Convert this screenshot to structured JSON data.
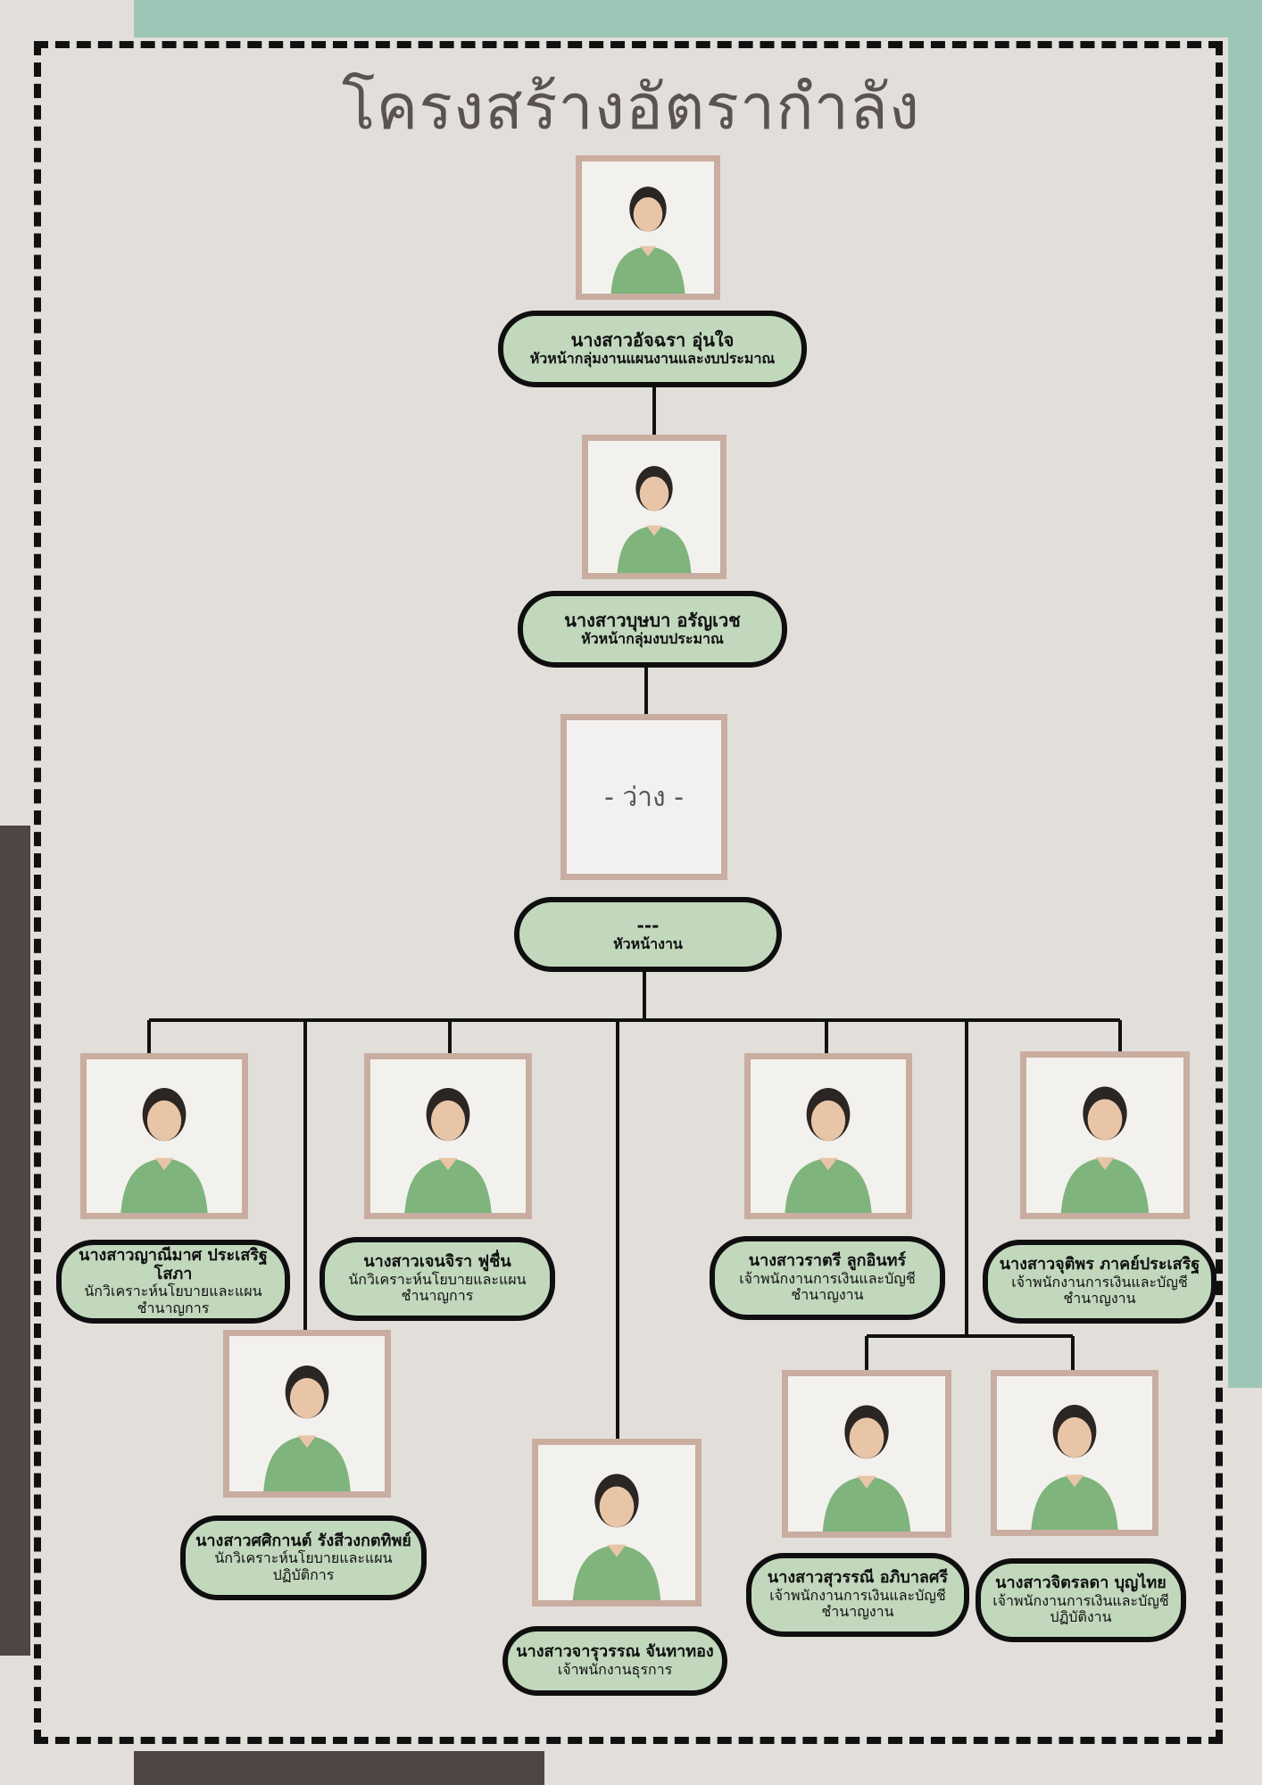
{
  "title": "โครงสร้างอัตรากำลัง",
  "colors": {
    "background": "#e2dfdb",
    "accent_green": "#9dc6b7",
    "dark_brown": "#4e4644",
    "label_fill": "#c1d8bd",
    "photo_border": "#c9ada1",
    "shirt_green": "#7fb47c"
  },
  "level1": {
    "name": "นางสาวอัจฉรา อุ่นใจ",
    "position": "หัวหน้ากลุ่มงานแผนงานและงบประมาณ"
  },
  "level2": {
    "name": "นางสาวบุษบา อรัญเวช",
    "position": "หัวหน้ากลุ่มงบประมาณ"
  },
  "level3": {
    "photo_text": "- ว่าง -",
    "name": "---",
    "position": "หัวหน้างาน"
  },
  "staff": [
    {
      "name": "นางสาวญาณีมาศ ประเสริฐโสภา",
      "position": "นักวิเคราะห์นโยบายและแผน",
      "level": "ชำนาญการ"
    },
    {
      "name": "นางสาวศศิกานต์ รังสีวงกตทิพย์",
      "position": "นักวิเคราะห์นโยบายและแผน",
      "level": "ปฏิบัติการ"
    },
    {
      "name": "นางสาวเจนจิรา ฟูชื่น",
      "position": "นักวิเคราะห์นโยบายและแผน",
      "level": "ชำนาญการ"
    },
    {
      "name": "นางสาวจารุวรรณ จันทาทอง",
      "position": "เจ้าพนักงานธุรการ",
      "level": ""
    },
    {
      "name": "นางสาวราตรี ลูกอินทร์",
      "position": "เจ้าพนักงานการเงินและบัญชี",
      "level": "ชำนาญงาน"
    },
    {
      "name": "นางสาวสุวรรณี อภิบาลศรี",
      "position": "เจ้าพนักงานการเงินและบัญชี",
      "level": "ชำนาญงาน"
    },
    {
      "name": "นางสาวจิตรลดา บุญไทย",
      "position": "เจ้าพนักงานการเงินและบัญชี",
      "level": "ปฏิบัติงาน"
    },
    {
      "name": "นางสาวจุติพร ภาคย์ประเสริฐ",
      "position": "เจ้าพนักงานการเงินและบัญชี",
      "level": "ชำนาญงาน"
    }
  ]
}
